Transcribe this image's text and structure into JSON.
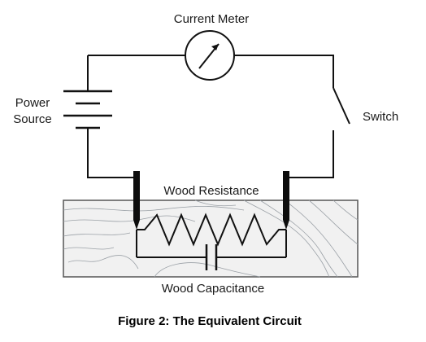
{
  "diagram": {
    "labels": {
      "current_meter": "Current Meter",
      "power_source_line1": "Power",
      "power_source_line2": "Source",
      "switch": "Switch",
      "wood_resistance": "Wood Resistance",
      "wood_capacitance": "Wood Capacitance"
    },
    "caption": "Figure 2:  The Equivalent Circuit",
    "colors": {
      "wire": "#111111",
      "wood_fill": "#f1f1f1",
      "wood_grain": "#9aa0a6",
      "electrode": "#0d0d0d"
    }
  }
}
